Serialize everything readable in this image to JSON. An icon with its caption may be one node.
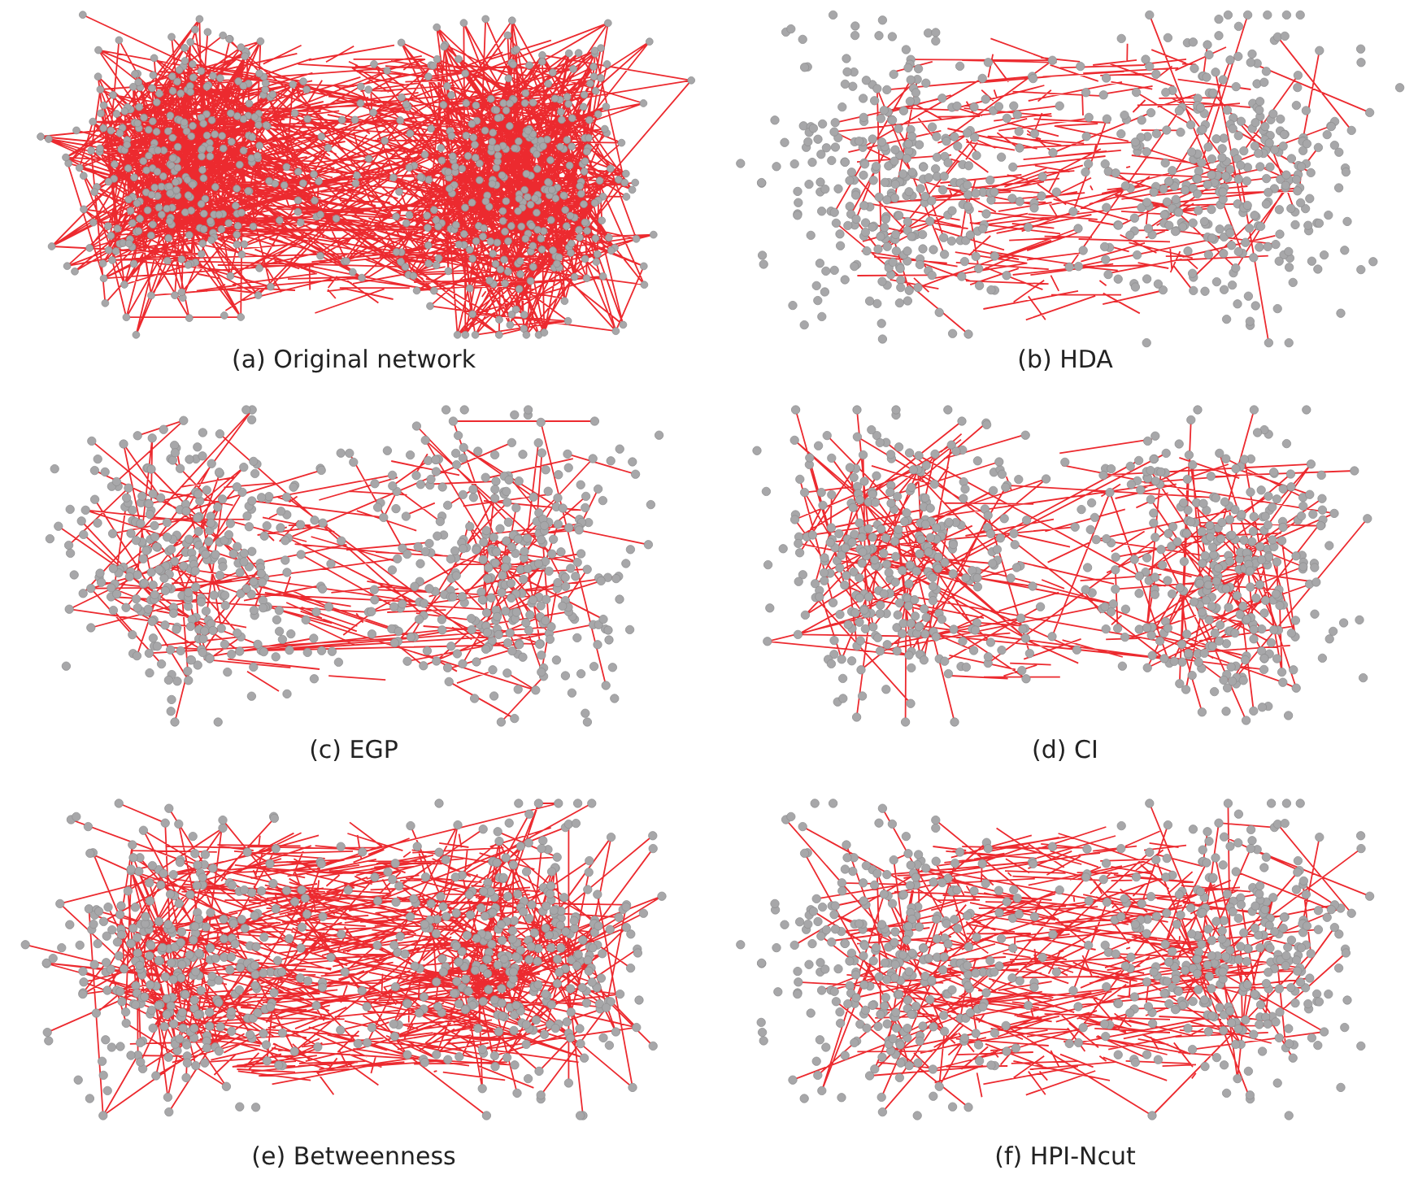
{
  "diagram": {
    "labels": [
      "(a) Original network",
      "(b) HDA",
      "(c) EGP",
      "(d) CI",
      "(e) Betweenness",
      "(f) HPI-Ncut"
    ]
  }
}
